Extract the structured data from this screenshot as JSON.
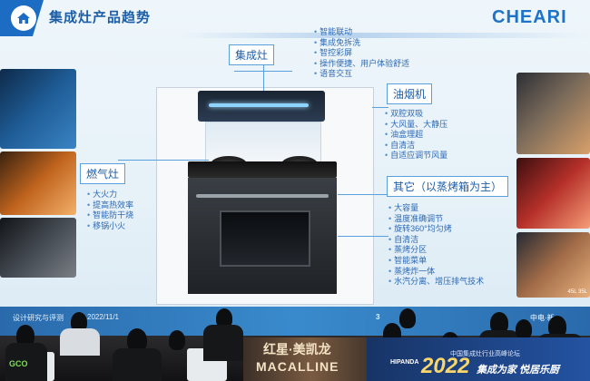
{
  "slide": {
    "title": "集成灶产品趋势",
    "brand": "CHEARI",
    "callouts": {
      "integrated_stove": "集成灶",
      "range_hood": "油烟机",
      "gas_stove": "燃气灶",
      "others": "其它（以蒸烤箱为主）"
    },
    "integrated_stove_features": [
      "智能联动",
      "集成免拆洗",
      "智控彩屏",
      "操作便捷、用户体验舒适",
      "语音交互"
    ],
    "range_hood_features": [
      "双腔双吸",
      "大风量、大静压",
      "油盒理超",
      "自清洁",
      "自适应调节风量"
    ],
    "gas_stove_features": [
      "大火力",
      "提高热效率",
      "智能防干烧",
      "移锅小火"
    ],
    "other_features": [
      "大容量",
      "温度准确调节",
      "旋转360°均匀烤",
      "自清洁",
      "蒸烤分区",
      "智能菜单",
      "蒸烤炸一体",
      "水汽分离、增压排气技术"
    ],
    "thumb_labels": {
      "right_bottom": "45L 35L"
    },
    "footer": {
      "left": "设计研究与评测",
      "date": "2022/11/1",
      "page": "3",
      "right": "中电·新"
    }
  },
  "venue": {
    "banner_brand_cn": "红星·美凯龙",
    "banner_brand_en": "MACALLINE",
    "event_small": "中国集成灶行业高峰论坛",
    "event_year": "2022",
    "event_slogan": "集成为家 悦居乐厨",
    "sponsor": "HIPANDA",
    "sign": "GCO"
  },
  "colors": {
    "accent": "#1d5ea8",
    "callout_border": "#5aa0dc",
    "bar": "#2b82c9"
  }
}
